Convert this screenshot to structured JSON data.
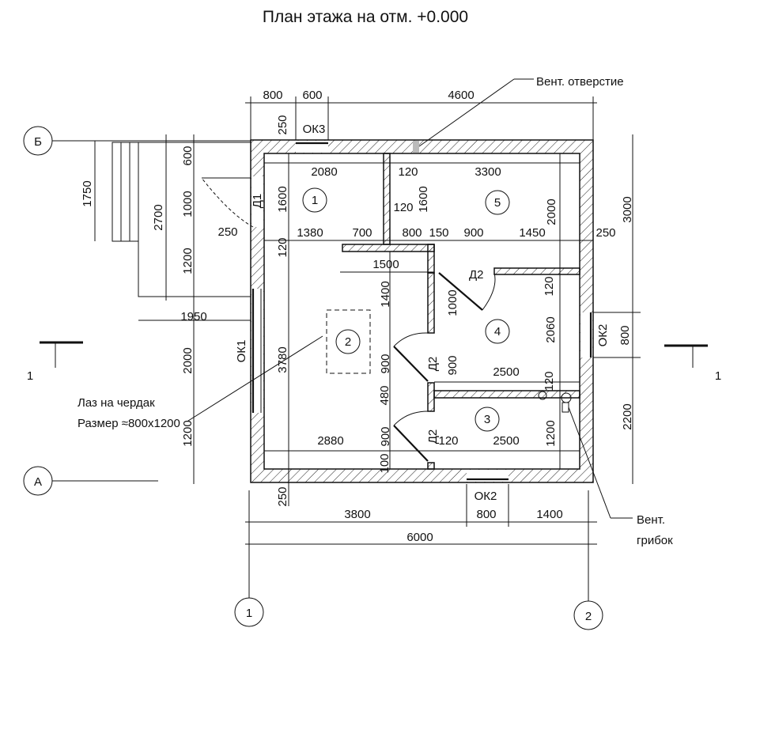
{
  "title": "План этажа на отм. +0.000",
  "vent_opening_label": "Вент. отверстие",
  "vent_mushroom_label": [
    "Вент.",
    "грибок"
  ],
  "attic_hatch_label": [
    "Лаз на чердак",
    "Размер ≈800х1200"
  ],
  "axes": {
    "B": "Б",
    "A": "А",
    "one": "1",
    "two": "2"
  },
  "section_marks": [
    "1",
    "1"
  ],
  "rooms": [
    "1",
    "5",
    "2",
    "4",
    "3"
  ],
  "openings": {
    "window_top": "ОК3",
    "door_entry": "Д1",
    "window_left": "ОК1",
    "window_right": "ОК2",
    "window_bottom": "ОК2",
    "door_1": "Д2",
    "door_2": "Д2",
    "door_3": "Д2"
  },
  "dimensions": [
    "800",
    "600",
    "4600",
    "250",
    "2080",
    "120",
    "3300",
    "1600",
    "1600",
    "120",
    "2000",
    "1380",
    "700",
    "800",
    "150",
    "900",
    "1450",
    "250",
    "120",
    "1500",
    "1400",
    "120",
    "1000",
    "2060",
    "3780",
    "900",
    "900",
    "2500",
    "120",
    "480",
    "900",
    "120",
    "2500",
    "2880",
    "1200",
    "100",
    "1750",
    "2700",
    "600",
    "1000",
    "250",
    "1200",
    "1950",
    "2000",
    "1200",
    "3000",
    "800",
    "2200",
    "250",
    "3800",
    "800",
    "1400",
    "6000"
  ]
}
